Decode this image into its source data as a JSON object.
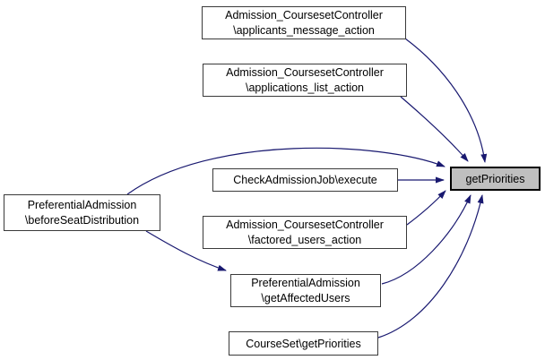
{
  "diagram": {
    "type": "call-graph",
    "highlighted_function": "getPriorities",
    "colors": {
      "edge": "#191970",
      "node_fill": "#ffffff",
      "node_border": "#3a3a3a",
      "highlight_fill": "#bfbfbf",
      "highlight_border": "#000000",
      "background": "#ffffff"
    },
    "nodes": [
      {
        "id": "applicants-message-action",
        "lines": [
          "Admission_CoursesetController",
          "\\applicants_message_action"
        ]
      },
      {
        "id": "applications-list-action",
        "lines": [
          "Admission_CoursesetController",
          "\\applications_list_action"
        ]
      },
      {
        "id": "before-seat-distribution",
        "lines": [
          "PreferentialAdmission",
          "\\beforeSeatDistribution"
        ]
      },
      {
        "id": "check-admission-job-execute",
        "lines": [
          "CheckAdmissionJob\\execute"
        ]
      },
      {
        "id": "factored-users-action",
        "lines": [
          "Admission_CoursesetController",
          "\\factored_users_action"
        ]
      },
      {
        "id": "get-affected-users",
        "lines": [
          "PreferentialAdmission",
          "\\getAffectedUsers"
        ]
      },
      {
        "id": "courseset-get-priorities",
        "lines": [
          "CourseSet\\getPriorities"
        ]
      },
      {
        "id": "get-priorities",
        "lines": [
          "getPriorities"
        ],
        "highlighted": true
      }
    ],
    "edges": [
      {
        "from": "Admission_CoursesetController\\applicants_message_action",
        "to": "getPriorities"
      },
      {
        "from": "Admission_CoursesetController\\applications_list_action",
        "to": "getPriorities"
      },
      {
        "from": "PreferentialAdmission\\beforeSeatDistribution",
        "to": "getPriorities"
      },
      {
        "from": "CheckAdmissionJob\\execute",
        "to": "getPriorities"
      },
      {
        "from": "Admission_CoursesetController\\factored_users_action",
        "to": "getPriorities"
      },
      {
        "from": "PreferentialAdmission\\beforeSeatDistribution",
        "to": "PreferentialAdmission\\getAffectedUsers"
      },
      {
        "from": "PreferentialAdmission\\getAffectedUsers",
        "to": "getPriorities"
      },
      {
        "from": "CourseSet\\getPriorities",
        "to": "getPriorities"
      }
    ]
  }
}
